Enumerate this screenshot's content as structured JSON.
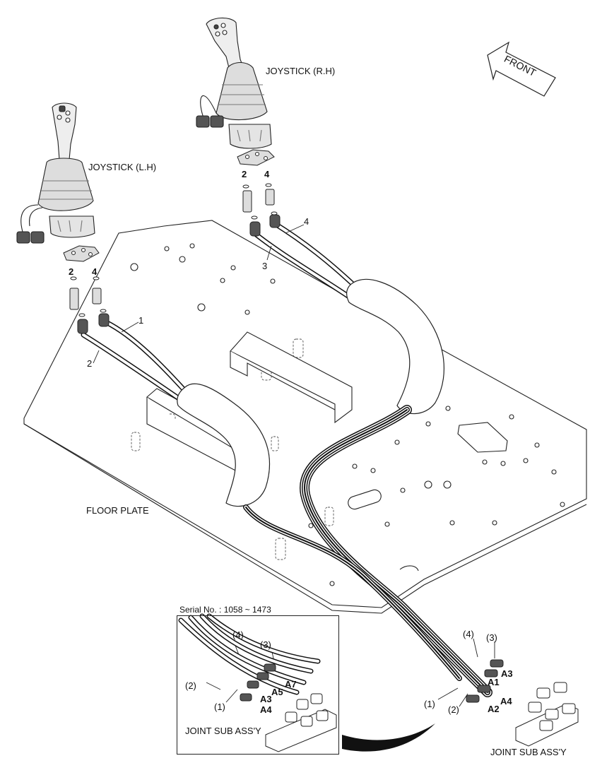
{
  "labels": {
    "joystick_rh": "JOYSTICK (R.H)",
    "joystick_lh": "JOYSTICK (L.H)",
    "floor_plate": "FLOOR PLATE",
    "front": "FRONT",
    "serial": "Serial No. : 1058 ~ 1473",
    "joint_sub_assy": "JOINT SUB ASS'Y"
  },
  "callouts": {
    "lh_2": "2",
    "lh_4": "4",
    "lh_1": "1",
    "lh_2b": "2",
    "rh_2": "2",
    "rh_4": "4",
    "rh_3": "3",
    "rh_4b": "4"
  },
  "inset_callouts": {
    "p4": "(4)",
    "p3": "(3)",
    "p2": "(2)",
    "p1": "(1)",
    "a7": "A7",
    "a5": "A5",
    "a3": "A3",
    "a4": "A4"
  },
  "main_callouts": {
    "p4": "(4)",
    "p3": "(3)",
    "p1": "(1)",
    "p2": "(2)",
    "a3": "A3",
    "a1": "A1",
    "a4": "A4",
    "a2": "A2"
  }
}
